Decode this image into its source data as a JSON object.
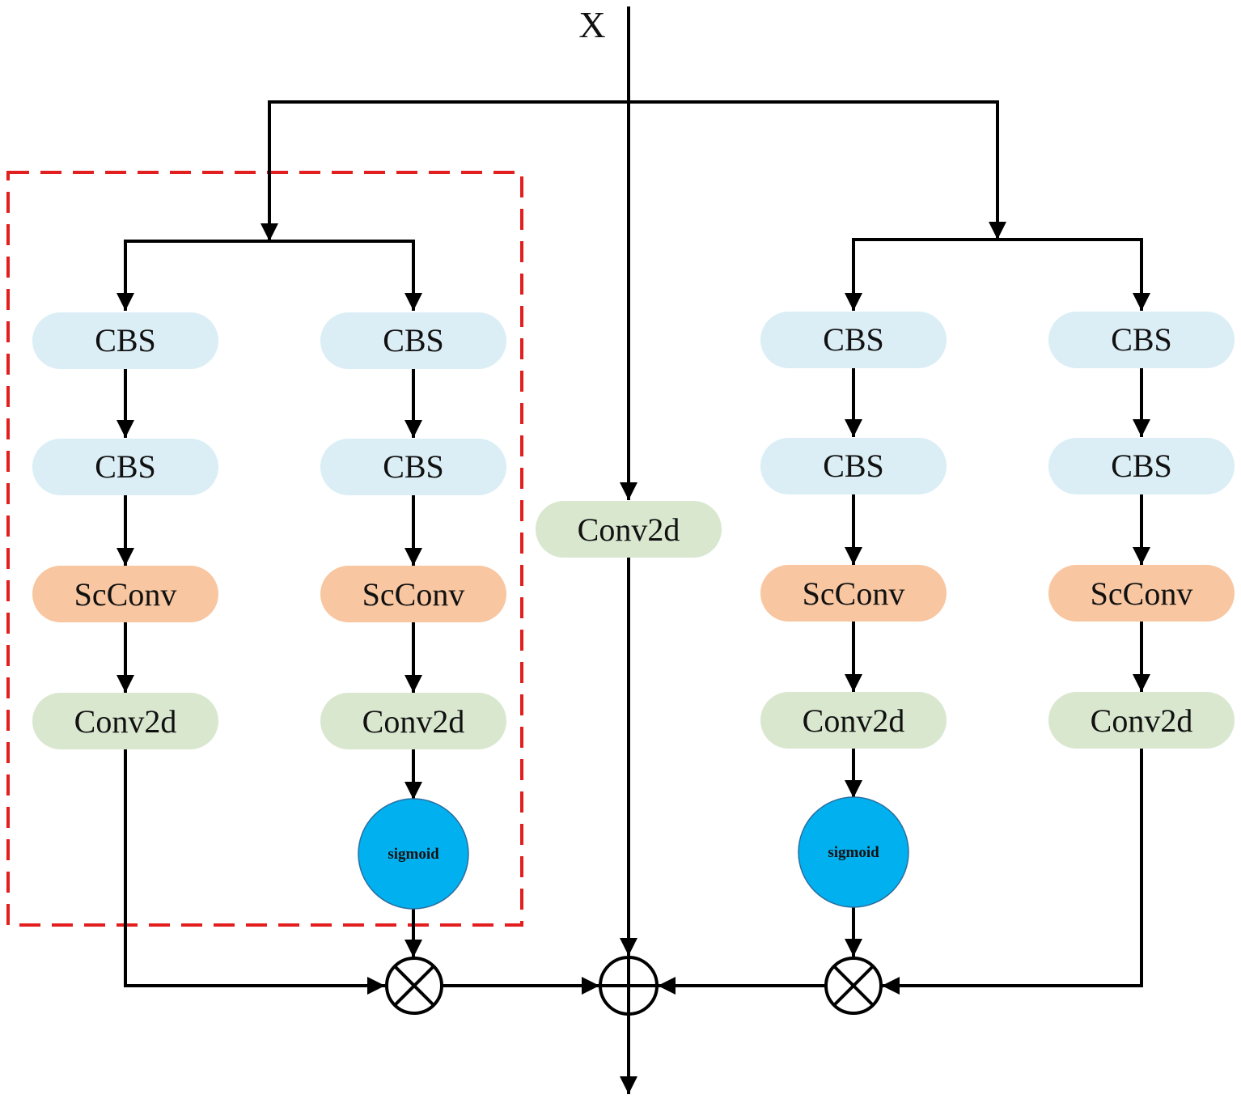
{
  "input_label": "X",
  "colors": {
    "cbs": "#dbeef5",
    "scconv": "#f8c6a0",
    "conv2d": "#d9e7cf",
    "sigmoid": "#00b0ef",
    "dashed_box": "#e31e1e",
    "line": "#000000"
  },
  "left_group": {
    "branch_a": {
      "cbs1": "CBS",
      "cbs2": "CBS",
      "scconv": "ScConv",
      "conv2d": "Conv2d"
    },
    "branch_b": {
      "cbs1": "CBS",
      "cbs2": "CBS",
      "scconv": "ScConv",
      "conv2d": "Conv2d",
      "sigmoid": "sigmoid"
    }
  },
  "center": {
    "conv2d": "Conv2d"
  },
  "right_group": {
    "branch_a": {
      "cbs1": "CBS",
      "cbs2": "CBS",
      "scconv": "ScConv",
      "conv2d": "Conv2d",
      "sigmoid": "sigmoid"
    },
    "branch_b": {
      "cbs1": "CBS",
      "cbs2": "CBS",
      "scconv": "ScConv",
      "conv2d": "Conv2d"
    }
  },
  "operators": {
    "multiply_left": "multiply",
    "add": "add",
    "multiply_right": "multiply"
  }
}
